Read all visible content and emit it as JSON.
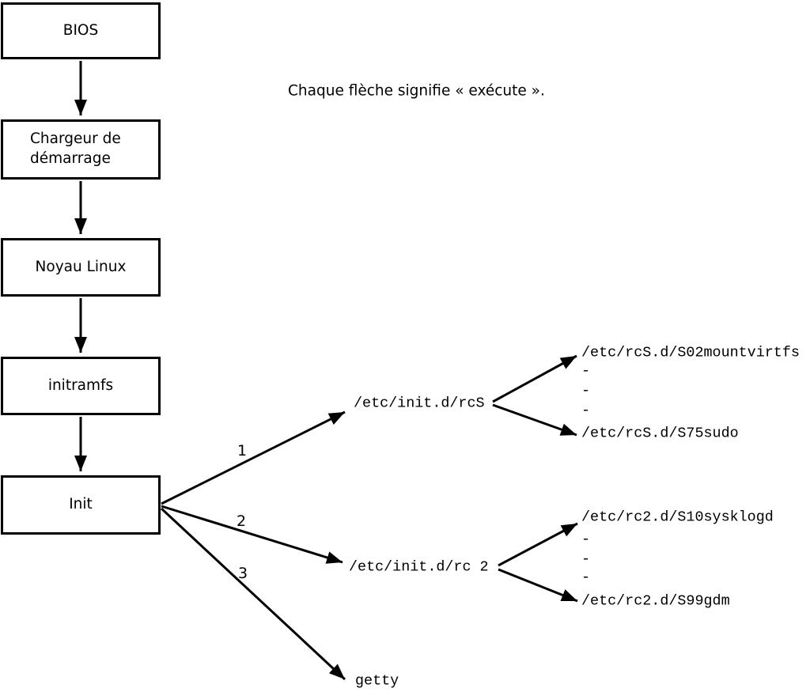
{
  "colors": {
    "ink": "#000000",
    "background": "#ffffff"
  },
  "caption": "Chaque flèche signifie « exécute ».",
  "chain": {
    "bios": "BIOS",
    "bootloader": "Chargeur de démarrage",
    "kernel": "Noyau Linux",
    "initramfs": "initramfs",
    "init": "Init"
  },
  "branches": {
    "rcs": {
      "number": "1",
      "node": "/etc/init.d/rcS",
      "scripts": {
        "first": "/etc/rcS.d/S02mountvirtfs",
        "dash1": "-",
        "dash2": "-",
        "dash3": "-",
        "last": "/etc/rcS.d/S75sudo"
      }
    },
    "rc2": {
      "number": "2",
      "node": "/etc/init.d/rc 2",
      "scripts": {
        "first": "/etc/rc2.d/S10sysklogd",
        "dash1": "-",
        "dash2": "-",
        "dash3": "-",
        "last": "/etc/rc2.d/S99gdm"
      }
    },
    "getty": {
      "number": "3",
      "node": "getty"
    }
  }
}
